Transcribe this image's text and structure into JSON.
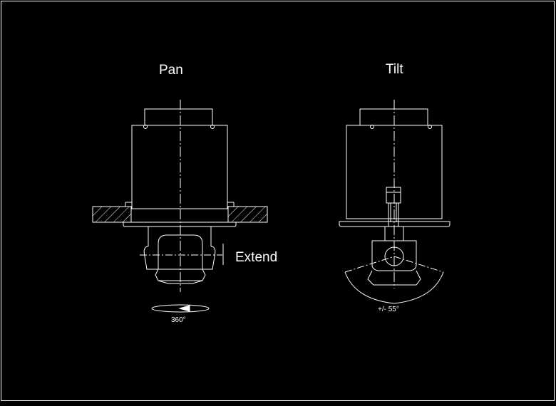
{
  "labels": {
    "pan": "Pan",
    "tilt": "Tilt",
    "extend": "Extend",
    "rotation": "360°",
    "tilt_range": "+/- 55°"
  },
  "colors": {
    "background": "#000000",
    "line": "#ffffff"
  }
}
